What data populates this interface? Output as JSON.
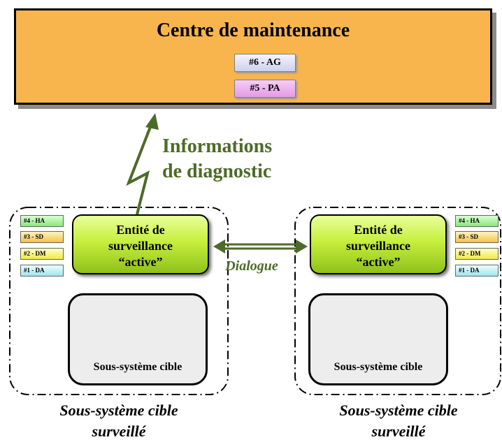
{
  "maintenance": {
    "title": "Centre de maintenance",
    "levels": [
      "#6 - AG",
      "#5 - PA"
    ]
  },
  "diagnostic_label": [
    "Informations",
    "de diagnostic"
  ],
  "dialogue_label": "Dialogue",
  "left": {
    "entity": [
      "Entité de",
      "surveillance",
      "“active”"
    ],
    "target": "Sous-système cible",
    "tags": [
      "#4 - HA",
      "#3 - SD",
      "#2 - DM",
      "#1 - DA"
    ],
    "subsystem": [
      "Sous-système cible",
      "surveillé"
    ]
  },
  "right": {
    "entity": [
      "Entité de",
      "surveillance",
      "“active”"
    ],
    "target": "Sous-système cible",
    "tags": [
      "#4 - HA",
      "#3 - SD",
      "#2 - DM",
      "#1 - DA"
    ],
    "subsystem": [
      "Sous-système cible",
      "surveillé"
    ]
  },
  "colors": {
    "maintenance_fill": "#f9b54d",
    "arrow_green": "#4d6b28",
    "entity_green": "#c7ef3c",
    "target_fill": "#ededed"
  },
  "icons": [
    "gears-icon"
  ]
}
